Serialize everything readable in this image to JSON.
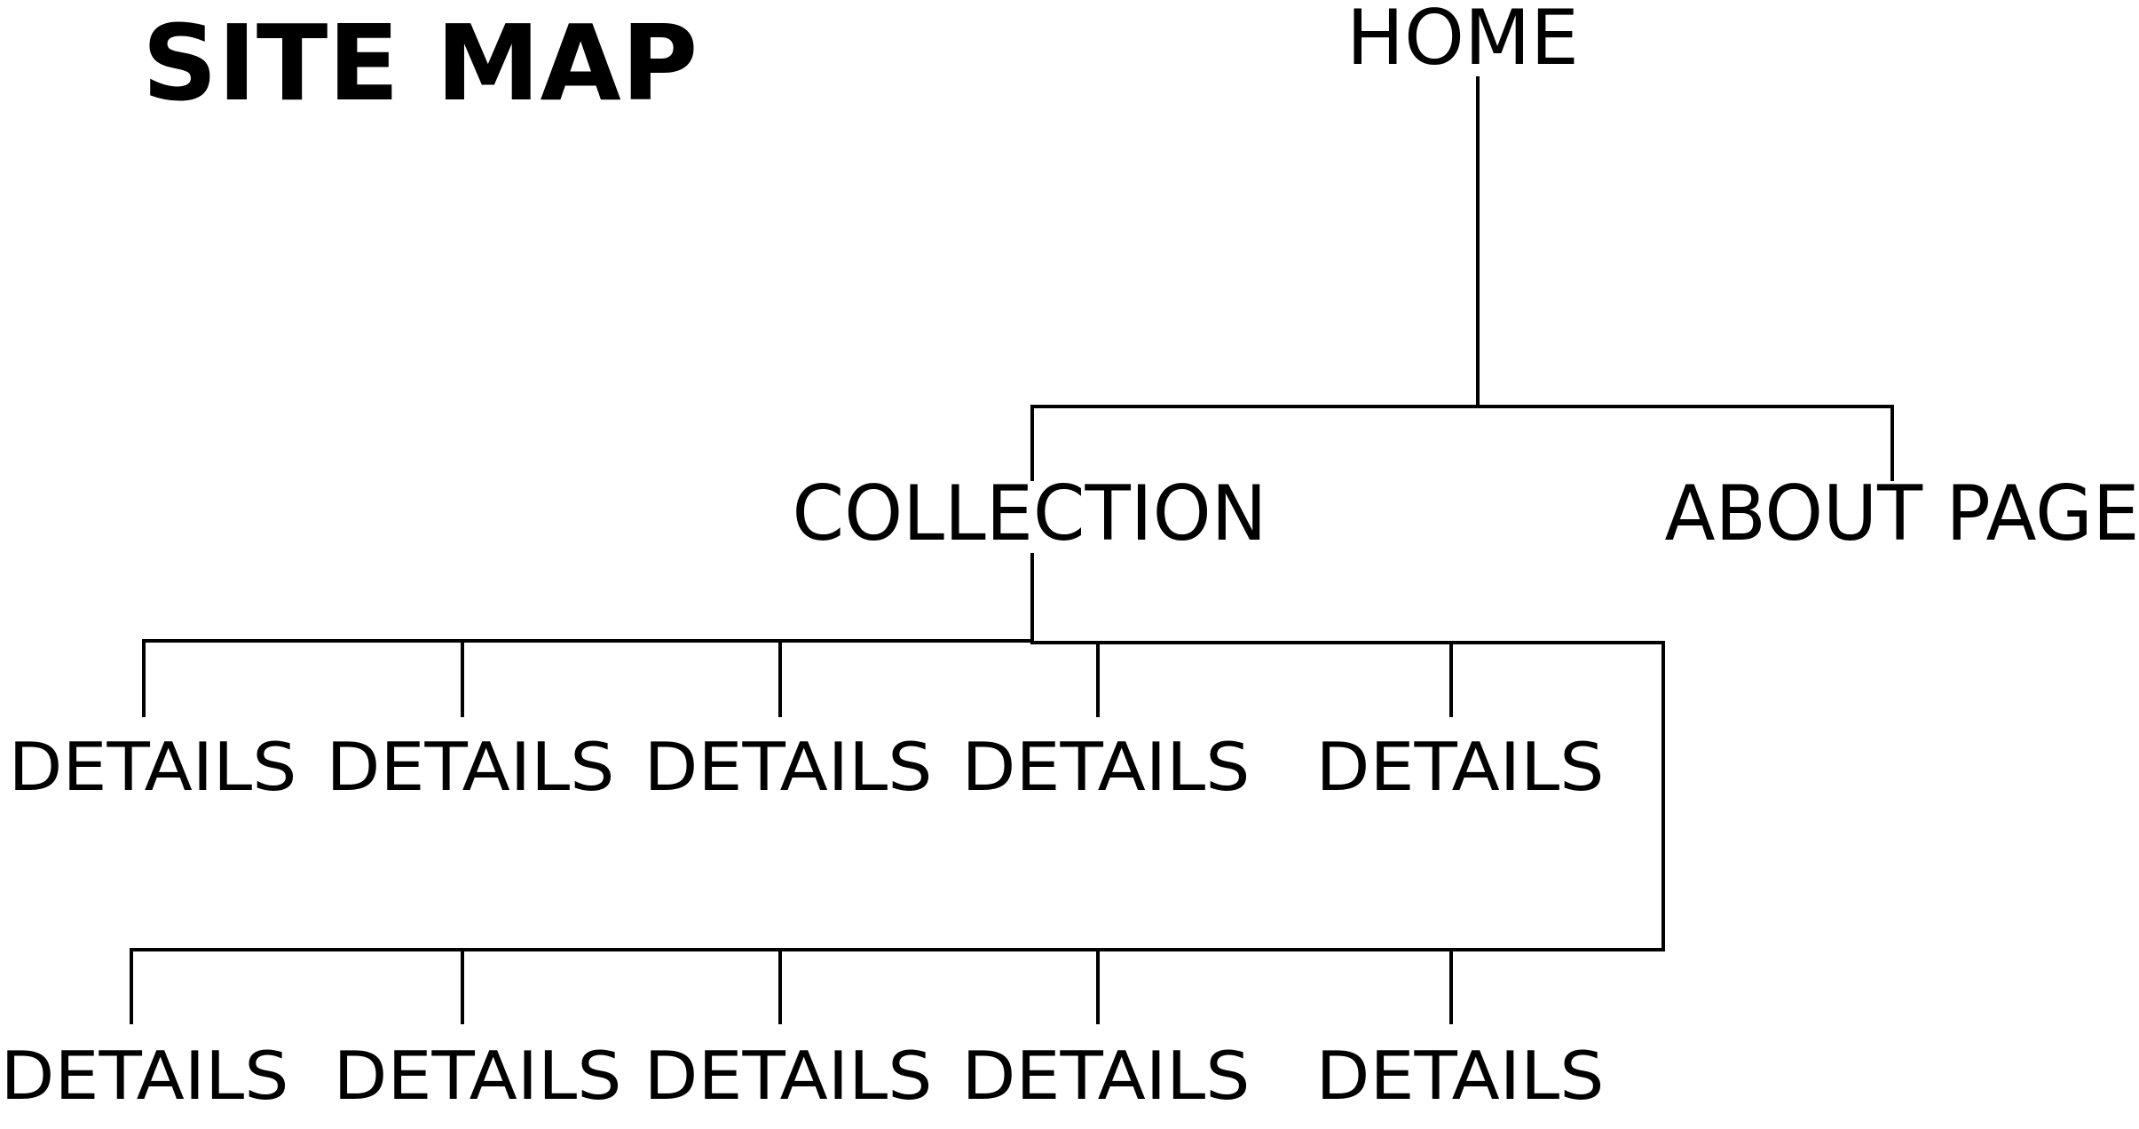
{
  "title": "SITE MAP",
  "nodes": {
    "home": "HOME",
    "collection": "COLLECTION",
    "about": "ABOUT PAGE",
    "details_row_1": [
      "DETAILS",
      "DETAILS",
      "DETAILS",
      "DETAILS",
      "DETAILS"
    ],
    "details_row_2": [
      "DETAILS",
      "DETAILS",
      "DETAILS",
      "DETAILS",
      "DETAILS"
    ]
  },
  "edges": [
    {
      "from": "HOME",
      "to": "COLLECTION"
    },
    {
      "from": "HOME",
      "to": "ABOUT PAGE"
    },
    {
      "from": "COLLECTION",
      "to": "DETAILS (row 1)"
    },
    {
      "from": "COLLECTION",
      "to": "DETAILS (row 2)"
    }
  ],
  "colors": {
    "line": "#000000",
    "text": "#000000",
    "background": "#ffffff"
  }
}
